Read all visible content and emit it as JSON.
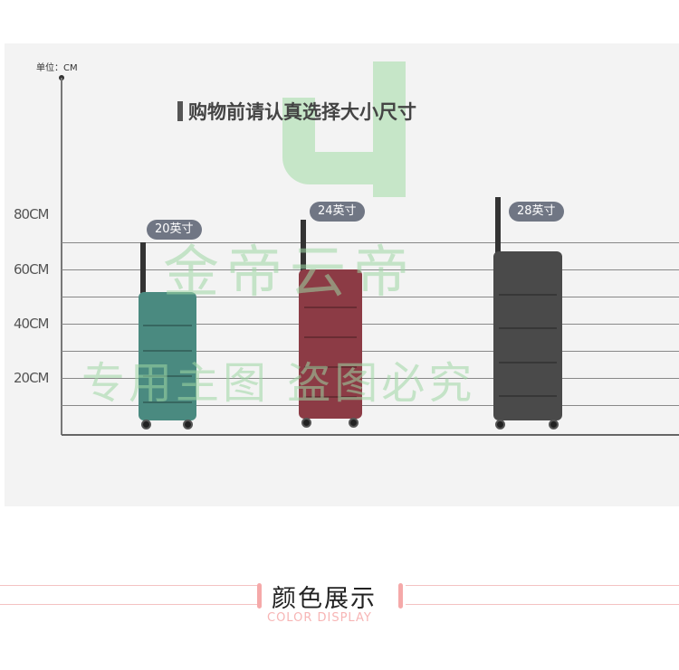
{
  "chart": {
    "unit_label": "单位：CM",
    "title": "购物前请认真选择大小尺寸",
    "y_labels": [
      "80CM",
      "60CM",
      "40CM",
      "20CM"
    ],
    "suitcases": [
      {
        "size": "20英寸",
        "color": "#4a8a80"
      },
      {
        "size": "24英寸",
        "color": "#8c3b45"
      },
      {
        "size": "28英寸",
        "color": "#4a4a4a"
      }
    ]
  },
  "watermark": {
    "logo": "J",
    "line1": "金帝云帝",
    "line2": "专用主图  盗图必究"
  },
  "section": {
    "title": "颜色展示",
    "subtitle": "COLOR DISPLAY"
  }
}
